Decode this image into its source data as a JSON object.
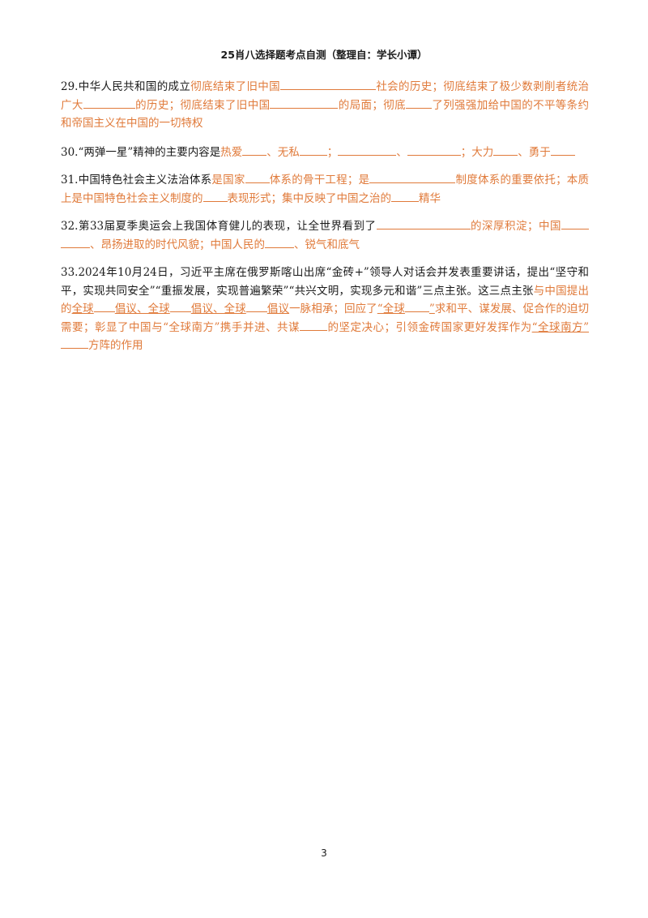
{
  "header": {
    "title": "25肖八选择题考点自测（整理自：学长小谭）"
  },
  "q29": {
    "a": "29.中华人民共和国的成立",
    "b": "彻底结束了旧中国",
    "c": "社会的历史；彻底结束了极少数剥削者统治广大",
    "d": "的历史；彻底结束了旧中国",
    "e": "的局面；彻底",
    "f": "了列强强加给中国的不平等条约和帝国主义在中国的一切特权"
  },
  "q30": {
    "a": "30.“两弹一星”精神的主要内容是",
    "b": "热爱",
    "c": "、无私",
    "d": "；",
    "e": "、",
    "f": "；大力",
    "g": "、勇于"
  },
  "q31": {
    "a": "31.中国特色社会主义法治体系",
    "b": "是国家",
    "c": "体系的骨干工程；是",
    "d": "制度体系的重要依托；本质上是中国特色社会主义制度的",
    "e": "表现形式；集中反映了中国之治的",
    "f": "精华"
  },
  "q32": {
    "a": "32.第33届夏季奥运会上我国体育健儿的表现，让全世界看到了",
    "b": "的深厚积淀；中国",
    "c": "、昂扬进取的时代风貌；中国人民的",
    "d": "、锐气和底气"
  },
  "q33": {
    "a": "33.2024年10月24日，习近平主席在俄罗斯喀山出席“金砖+”领导人对话会并发表重要讲话，提出“坚守和平，实现共同安全”“重振发展，实现普遍繁荣”“共兴文明，实现多元和谐”三点主张。这三点主张",
    "b": "与中国提出的",
    "c1": "全球",
    "c2": "倡议、全球",
    "c3": "倡议、全球",
    "c4": "倡议",
    "d": "一脉相承；回应了",
    "e1": "“全球",
    "e2": "”",
    "f": "求和平、谋发展、促合作的迫切需要；彰显了中国与“全球南方”携手并进、共谋",
    "g": "的坚定决心；引领金砖国家更好发挥作为",
    "h1": "“全球南方”",
    "h2": "方阵的作用"
  },
  "footer": {
    "page_number": "3"
  }
}
